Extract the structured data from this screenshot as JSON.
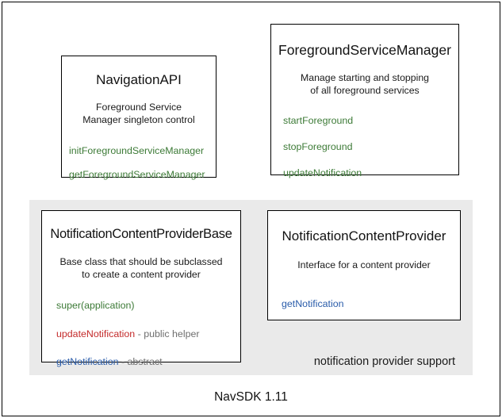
{
  "diagram": {
    "footer_caption": "NavSDK 1.11",
    "group_panel": {
      "label": "notification provider support",
      "background_color": "#eaeaea"
    },
    "colors": {
      "public_method": "#3c7a36",
      "helper_method": "#c42b2b",
      "abstract_method": "#2a5caa",
      "note_text": "#6f6f6f",
      "border": "#000000",
      "canvas": "#ffffff"
    },
    "boxes": [
      {
        "id": "navigation-api",
        "title": "NavigationAPI",
        "description_lines": [
          "Foreground Service",
          "Manager singleton control"
        ],
        "methods": [
          {
            "name": "initForegroundServiceManager",
            "color": "#3c7a36",
            "note": ""
          },
          {
            "name": "getForegroundServiceManager",
            "color": "#3c7a36",
            "note": ""
          }
        ]
      },
      {
        "id": "foreground-service-manager",
        "title": "ForegroundServiceManager",
        "description_lines": [
          "Manage starting and stopping",
          "of all foreground services"
        ],
        "methods": [
          {
            "name": "startForeground",
            "color": "#3c7a36",
            "note": ""
          },
          {
            "name": "stopForeground",
            "color": "#3c7a36",
            "note": ""
          },
          {
            "name": "updateNotification",
            "color": "#3c7a36",
            "note": ""
          }
        ]
      },
      {
        "id": "notification-content-provider-base",
        "title": "NotificationContentProviderBase",
        "description_lines": [
          "Base class that should be subclassed",
          "to create a content provider"
        ],
        "methods": [
          {
            "name": "super(application)",
            "color": "#3c7a36",
            "note": ""
          },
          {
            "name": "updateNotification",
            "color": "#c42b2b",
            "note": " - public helper"
          },
          {
            "name": "getNotification",
            "color": "#2a5caa",
            "note": " - abstract"
          }
        ]
      },
      {
        "id": "notification-content-provider",
        "title": "NotificationContentProvider",
        "description_lines": [
          "Interface for a content provider"
        ],
        "methods": [
          {
            "name": "getNotification",
            "color": "#2a5caa",
            "note": ""
          }
        ]
      }
    ]
  }
}
